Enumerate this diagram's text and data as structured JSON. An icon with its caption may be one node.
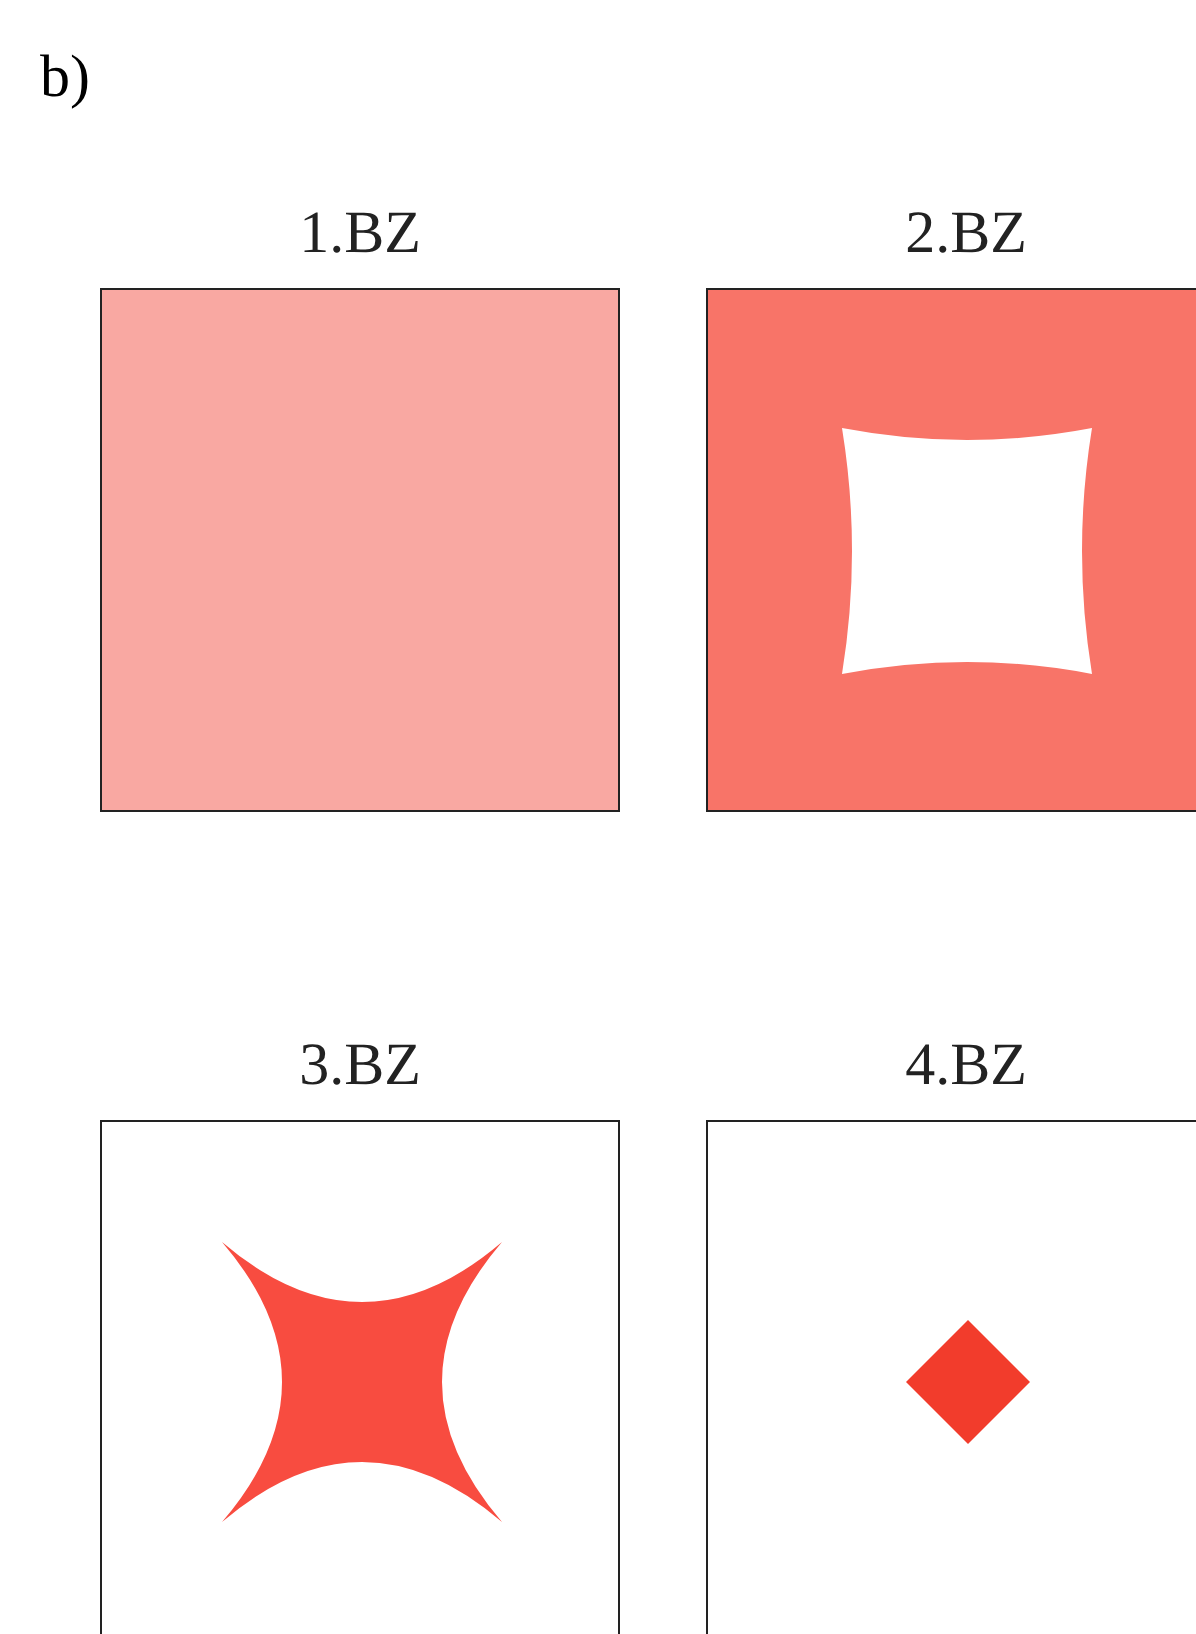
{
  "diagram": {
    "nodes": [
      {
        "text": [
          "1.BZ"
        ]
      },
      {
        "text": [
          "2.BZ"
        ]
      },
      {
        "text": [
          "3.BZ"
        ]
      },
      {
        "text": [
          "4.BZ"
        ]
      }
    ],
    "labels": [
      "b)"
    ]
  }
}
